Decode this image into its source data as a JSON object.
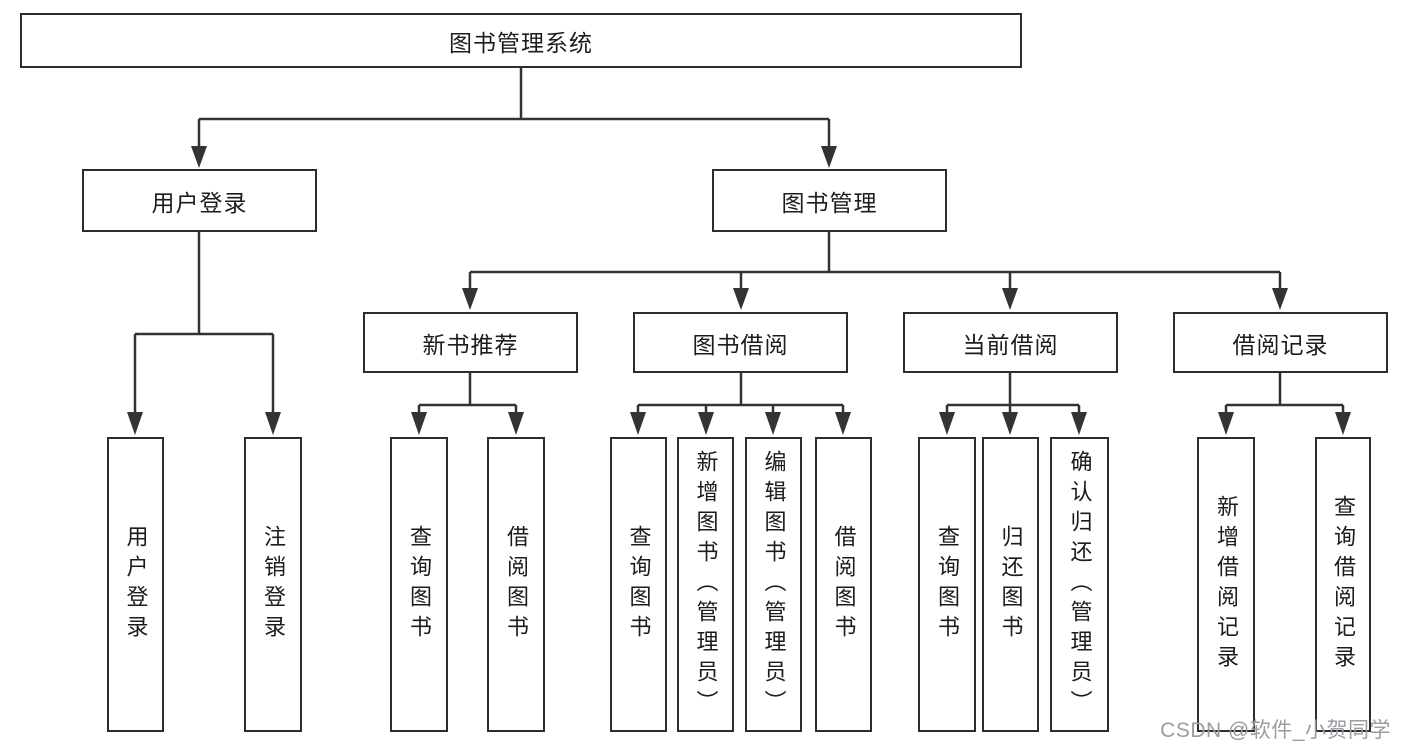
{
  "diagram": {
    "title": "图书管理系统",
    "watermark": "CSDN @软件_小贺同学",
    "colors": {
      "line": "#333333",
      "box_border": "#2d2d2d",
      "box_fill": "#ffffff",
      "text": "#1c1c1c",
      "watermark": "#9b9ba1",
      "background": "#ffffff"
    },
    "nodes": {
      "root": "图书管理系统",
      "user_login": "用户登录",
      "book_mgmt": "图书管理",
      "new_book_rec": "新书推荐",
      "book_borrow": "图书借阅",
      "current_borrow": "当前借阅",
      "borrow_records": "借阅记录",
      "leaf_user_login": "用户登录",
      "leaf_logout": "注销登录",
      "rec_query_books": "查询图书",
      "rec_borrow_books": "借阅图书",
      "bb_query_books": "查询图书",
      "bb_add_books": "新增图书（管理员）",
      "bb_edit_books": "编辑图书（管理员）",
      "bb_borrow_books": "借阅图书",
      "cb_query_books": "查询图书",
      "cb_return_books": "归还图书",
      "cb_confirm_return": "确认归还（管理员）",
      "br_add_record": "新增借阅记录",
      "br_query_record": "查询借阅记录"
    },
    "tree": {
      "root": "图书管理系统",
      "children": [
        {
          "label": "用户登录",
          "children": [
            "用户登录",
            "注销登录"
          ]
        },
        {
          "label": "图书管理",
          "children": [
            {
              "label": "新书推荐",
              "children": [
                "查询图书",
                "借阅图书"
              ]
            },
            {
              "label": "图书借阅",
              "children": [
                "查询图书",
                "新增图书（管理员）",
                "编辑图书（管理员）",
                "借阅图书"
              ]
            },
            {
              "label": "当前借阅",
              "children": [
                "查询图书",
                "归还图书",
                "确认归还（管理员）"
              ]
            },
            {
              "label": "借阅记录",
              "children": [
                "新增借阅记录",
                "查询借阅记录"
              ]
            }
          ]
        }
      ]
    }
  }
}
